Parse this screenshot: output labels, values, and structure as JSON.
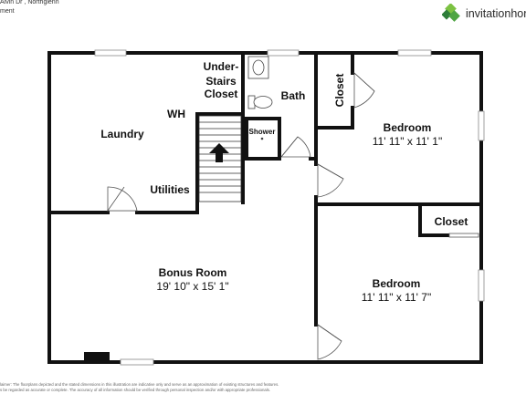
{
  "header": {
    "address_line": "Alvin Dr , Northglenn",
    "level_line": "ment",
    "logo_text": "invitationhor",
    "brand_colors": {
      "green_dark": "#2e7d3a",
      "green_light": "#7cc242"
    }
  },
  "rooms": {
    "laundry": "Laundry",
    "wh": "WH",
    "utilities": "Utilities",
    "under_stairs_closet": [
      "Under-",
      "Stairs",
      "Closet"
    ],
    "bath": "Bath",
    "shower": "Shower",
    "closet_top": "Closet",
    "bedroom_top": {
      "name": "Bedroom",
      "dims": "11' 11\" x 11' 1\""
    },
    "closet_right": "Closet",
    "bedroom_bottom": {
      "name": "Bedroom",
      "dims": "11' 11\" x 11' 7\""
    },
    "bonus_room": {
      "name": "Bonus Room",
      "dims": "19' 10\" x 15' 1\""
    }
  },
  "disclaimer": {
    "line1": "laimer: The floorplans depicted and the stated dimensions in this illustration are indicative only and serve as an approximation of existing structures and features.",
    "line2": "s be regarded as accurate or complete. The accuracy of all information should be verified through personal inspection and/or with appropriate professionals."
  }
}
